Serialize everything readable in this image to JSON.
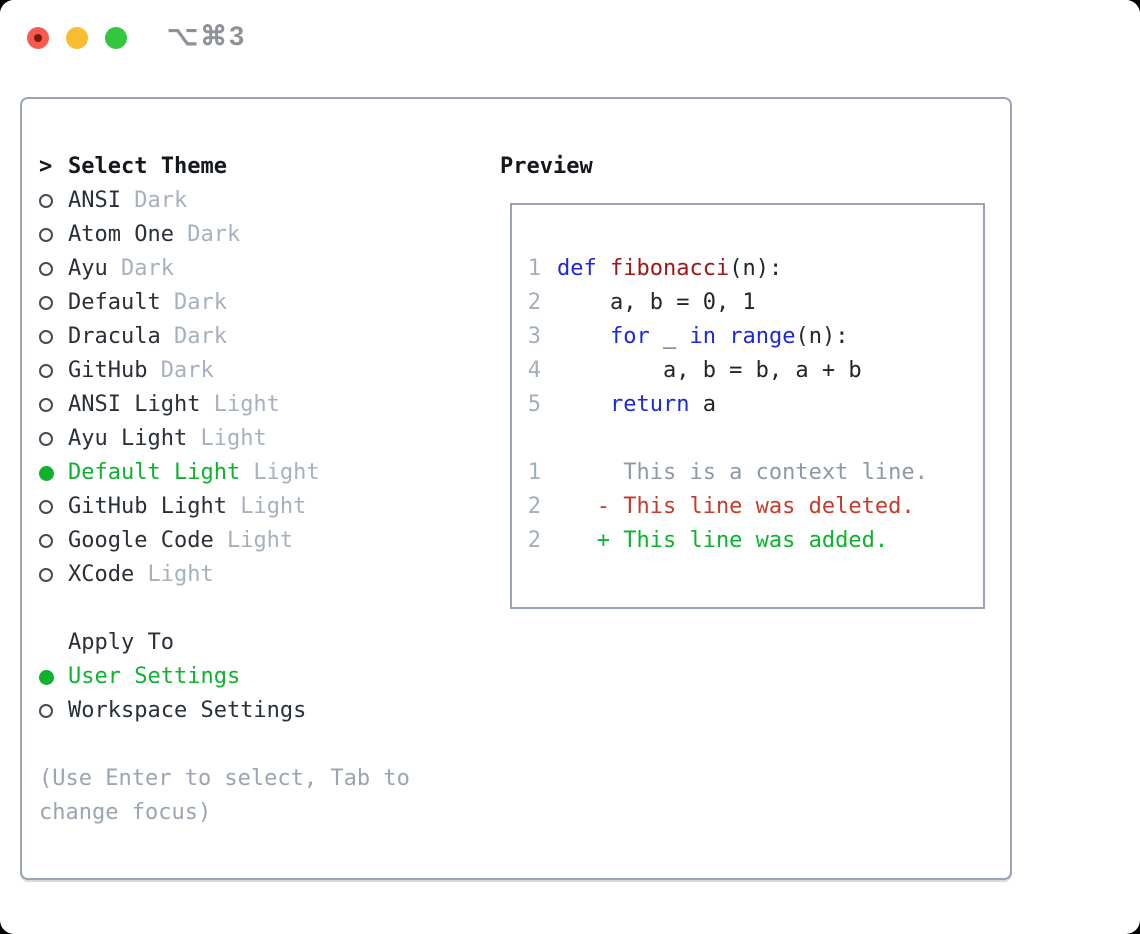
{
  "window": {
    "shortcut": "⌥⌘3"
  },
  "colors": {
    "accent_green": "#0db32e",
    "deleted_red": "#c63b2b",
    "keyword_blue": "#1c27e0",
    "function_red": "#a31515",
    "muted_gray": "#a7b1bd",
    "panel_border": "#9ba5b2",
    "traffic_red": "#f45c50",
    "traffic_yellow": "#f9bd33",
    "traffic_green": "#33c73f"
  },
  "left": {
    "cursor": ">",
    "title": "Select Theme",
    "themes": [
      {
        "name": "ANSI",
        "variant": "Dark",
        "selected": false
      },
      {
        "name": "Atom One",
        "variant": "Dark",
        "selected": false
      },
      {
        "name": "Ayu",
        "variant": "Dark",
        "selected": false
      },
      {
        "name": "Default",
        "variant": "Dark",
        "selected": false
      },
      {
        "name": "Dracula",
        "variant": "Dark",
        "selected": false
      },
      {
        "name": "GitHub",
        "variant": "Dark",
        "selected": false
      },
      {
        "name": "ANSI Light",
        "variant": "Light",
        "selected": false
      },
      {
        "name": "Ayu Light",
        "variant": "Light",
        "selected": false
      },
      {
        "name": "Default Light",
        "variant": "Light",
        "selected": true
      },
      {
        "name": "GitHub Light",
        "variant": "Light",
        "selected": false
      },
      {
        "name": "Google Code",
        "variant": "Light",
        "selected": false
      },
      {
        "name": "XCode",
        "variant": "Light",
        "selected": false
      }
    ],
    "apply_title": "Apply To",
    "apply_options": [
      {
        "label": "User Settings",
        "selected": true
      },
      {
        "label": "Workspace Settings",
        "selected": false
      }
    ],
    "help_lines": [
      "(Use Enter to select, Tab to",
      "change focus)"
    ]
  },
  "preview": {
    "title": "Preview",
    "code_lines": [
      {
        "number": "1",
        "tokens": [
          {
            "t": "def",
            "c": "keyword"
          },
          {
            "t": " ",
            "c": "plain"
          },
          {
            "t": "fibonacci",
            "c": "function"
          },
          {
            "t": "(n):",
            "c": "plain"
          }
        ]
      },
      {
        "number": "2",
        "tokens": [
          {
            "t": "    a, b = 0, 1",
            "c": "plain"
          }
        ]
      },
      {
        "number": "3",
        "tokens": [
          {
            "t": "    ",
            "c": "plain"
          },
          {
            "t": "for",
            "c": "keyword"
          },
          {
            "t": " _ ",
            "c": "plain"
          },
          {
            "t": "in",
            "c": "keyword"
          },
          {
            "t": " ",
            "c": "plain"
          },
          {
            "t": "range",
            "c": "keyword"
          },
          {
            "t": "(n):",
            "c": "plain"
          }
        ]
      },
      {
        "number": "4",
        "tokens": [
          {
            "t": "        a, b = b, a + b",
            "c": "plain"
          }
        ]
      },
      {
        "number": "5",
        "tokens": [
          {
            "t": "    ",
            "c": "plain"
          },
          {
            "t": "return",
            "c": "keyword"
          },
          {
            "t": " a",
            "c": "plain"
          }
        ]
      }
    ],
    "diff_lines": [
      {
        "number": "1",
        "type": "context",
        "text": "     This is a context line."
      },
      {
        "number": "2",
        "type": "deleted",
        "text": "   - This line was deleted."
      },
      {
        "number": "2",
        "type": "added",
        "text": "   + This line was added."
      }
    ]
  }
}
